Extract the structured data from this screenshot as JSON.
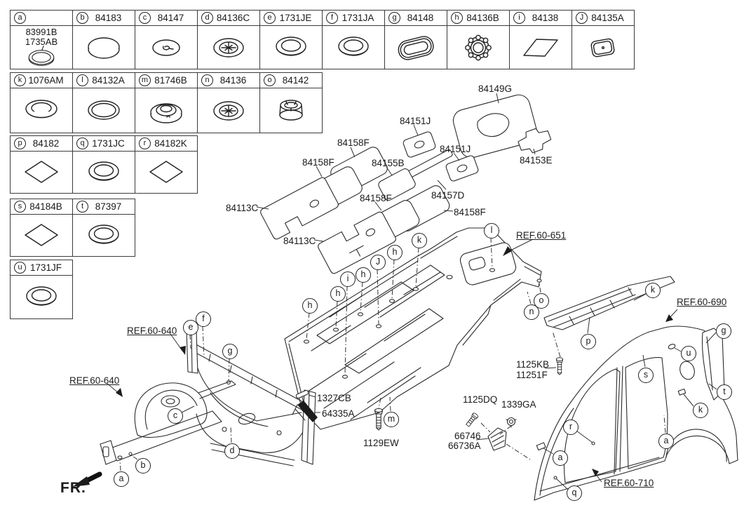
{
  "grid": {
    "cells": [
      {
        "letter": "a",
        "part": "",
        "label1": "83991B",
        "label2": "1735AB",
        "icon": "plug-double"
      },
      {
        "letter": "b",
        "part": "84183",
        "icon": "ellipse"
      },
      {
        "letter": "c",
        "part": "84147",
        "icon": "tab-plug"
      },
      {
        "letter": "d",
        "part": "84136C",
        "icon": "cross-plug"
      },
      {
        "letter": "e",
        "part": "1731JE",
        "icon": "ring"
      },
      {
        "letter": "f",
        "part": "1731JA",
        "icon": "ring"
      },
      {
        "letter": "g",
        "part": "84148",
        "icon": "oval-grommet"
      },
      {
        "letter": "h",
        "part": "84136B",
        "icon": "scallop-grommet"
      },
      {
        "letter": "i",
        "part": "84138",
        "icon": "sheet"
      },
      {
        "letter": "J",
        "part": "84135A",
        "icon": "pad"
      },
      {
        "letter": "k",
        "part": "1076AM",
        "icon": "ring-flange"
      },
      {
        "letter": "l",
        "part": "84132A",
        "icon": "ellipse-double"
      },
      {
        "letter": "m",
        "part": "81746B",
        "icon": "dome-grommet"
      },
      {
        "letter": "n",
        "part": "84136",
        "icon": "cross-plug"
      },
      {
        "letter": "o",
        "part": "84142",
        "icon": "cup-plug"
      },
      {
        "letter": "p",
        "part": "84182",
        "icon": "diamond"
      },
      {
        "letter": "q",
        "part": "1731JC",
        "icon": "ring"
      },
      {
        "letter": "r",
        "part": "84182K",
        "icon": "diamond"
      },
      {
        "letter": "s",
        "part": "84184B",
        "icon": "diamond"
      },
      {
        "letter": "t",
        "part": "87397",
        "icon": "ring"
      },
      {
        "letter": "u",
        "part": "1731JF",
        "icon": "ring"
      }
    ]
  },
  "part_labels": {
    "p84149G": "84149G",
    "p84151J_1": "84151J",
    "p84151J_2": "84151J",
    "p84153E": "84153E",
    "p84158F_top": "84158F",
    "p84158F_left": "84158F",
    "p84155B": "84155B",
    "p84157D": "84157D",
    "p84158F_mid": "84158F",
    "p84158F_right": "84158F",
    "p84113C_1": "84113C",
    "p84113C_2": "84113C",
    "p1327CB": "1327CB",
    "p64335A": "64335A",
    "p1129EW": "1129EW",
    "p1125KB": "1125KB",
    "p11251F": "11251F",
    "p1125DQ": "1125DQ",
    "p1339GA": "1339GA",
    "p66746": "66746",
    "p66736A": "66736A"
  },
  "ref_labels": {
    "r651": "REF.60-651",
    "r640_top": "REF.60-640",
    "r640_bottom": "REF.60-640",
    "r690": "REF.60-690",
    "r710": "REF.60-710"
  },
  "fr_label": "FR.",
  "callouts": [
    "h",
    "h",
    "i",
    "h",
    "J",
    "h",
    "k",
    "l",
    "o",
    "n",
    "m",
    "e",
    "f",
    "g",
    "c",
    "d",
    "b",
    "a",
    "k",
    "p",
    "u",
    "g",
    "s",
    "t",
    "k",
    "r",
    "a",
    "a",
    "q"
  ],
  "colors": {
    "line": "#2b2b2b",
    "background": "#ffffff"
  }
}
